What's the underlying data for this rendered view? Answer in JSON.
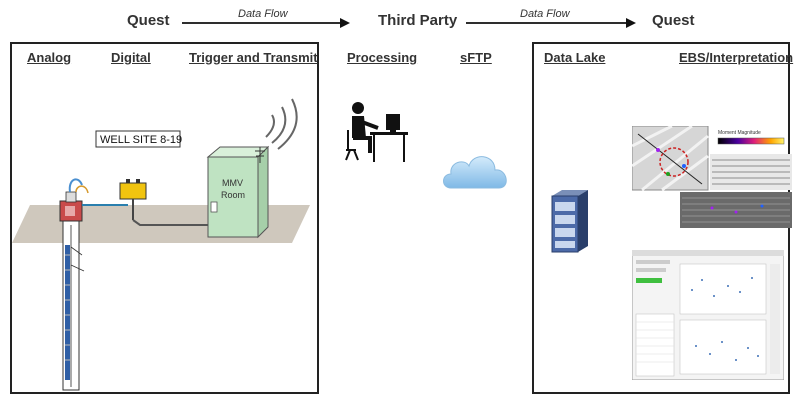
{
  "header": {
    "left_title": "Quest",
    "middle_title": "Third Party",
    "right_title": "Quest",
    "flow_label_1": "Data Flow",
    "flow_label_2": "Data Flow"
  },
  "columns": {
    "analog": "Analog",
    "digital": "Digital",
    "trigger": "Trigger and Transmit",
    "processing": "Processing",
    "sftp": "sFTP",
    "data_lake": "Data Lake",
    "ebs": "EBS/Interpretation"
  },
  "well_site": {
    "sign_text": "WELL SITE 8-19",
    "mmv_line1": "MMV",
    "mmv_line2": "Room"
  },
  "interpretation": {
    "colorbar_title": "Moment Magnitude"
  },
  "colors": {
    "arrow": "#111111",
    "ground": "#cfc8bd",
    "mmv_room": "#bfe3c2",
    "cloud": "#a9d3f2",
    "server": "#3d5f9e"
  }
}
